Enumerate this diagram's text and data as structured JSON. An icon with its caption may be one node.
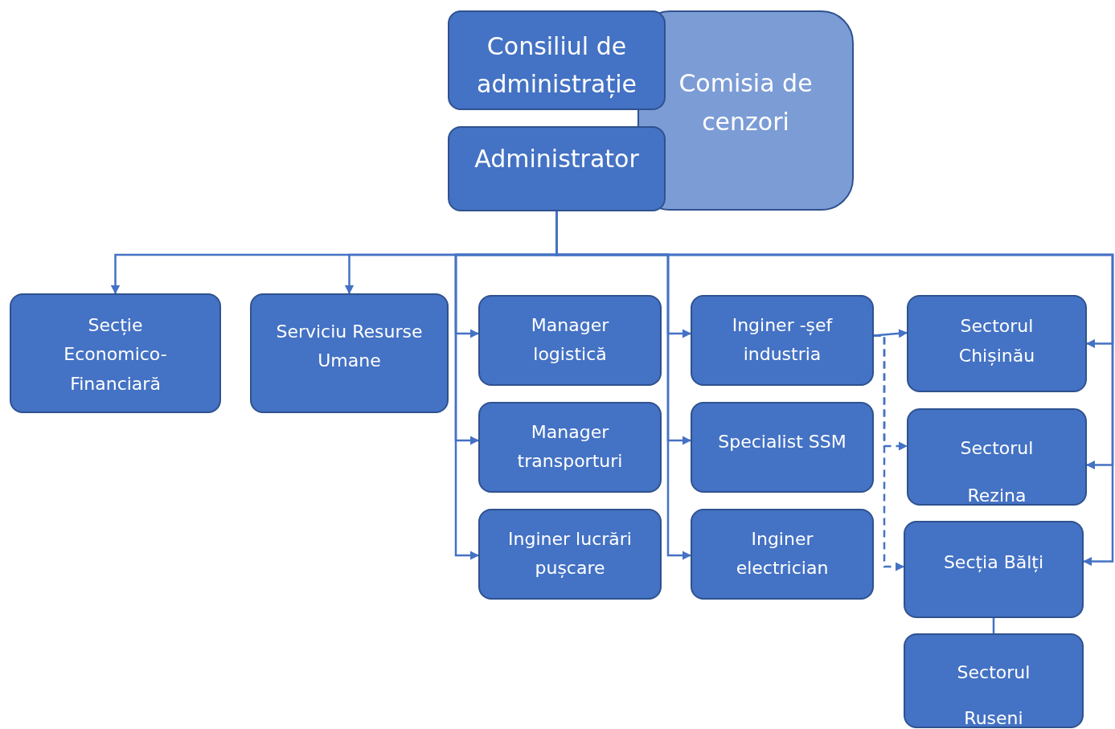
{
  "diagram": {
    "nodes": [
      {
        "text": [
          "Consiliul de administrație"
        ]
      },
      {
        "text": [
          "Comisia de cenzori"
        ]
      },
      {
        "text": [
          "Administrator"
        ]
      },
      {
        "text": [
          "Secție Economico-Financiară"
        ]
      },
      {
        "text": [
          "Serviciu Resurse Umane"
        ]
      },
      {
        "text": [
          "Manager logistică"
        ]
      },
      {
        "text": [
          "Manager transporturi"
        ]
      },
      {
        "text": [
          "Inginer lucrări pușcare"
        ]
      },
      {
        "text": [
          "Inginer -șef industria"
        ]
      },
      {
        "text": [
          "Specialist SSM"
        ]
      },
      {
        "text": [
          "Inginer electrician"
        ]
      },
      {
        "text": [
          "Sectorul Chișinău"
        ]
      },
      {
        "text": [
          "Sectorul Rezina"
        ]
      },
      {
        "text": [
          "Secția Bălți"
        ]
      },
      {
        "text": [
          "Sectorul Ruseni"
        ]
      }
    ],
    "edges": [
      {
        "from": 2,
        "to": 3,
        "arrow": "to"
      },
      {
        "from": 2,
        "to": 4,
        "arrow": "to"
      },
      {
        "from": 2,
        "to": 5,
        "arrow": "to"
      },
      {
        "from": 2,
        "to": 6,
        "arrow": "to"
      },
      {
        "from": 2,
        "to": 7,
        "arrow": "to"
      },
      {
        "from": 2,
        "to": 8,
        "arrow": "to"
      },
      {
        "from": 2,
        "to": 9,
        "arrow": "to"
      },
      {
        "from": 2,
        "to": 10,
        "arrow": "to"
      },
      {
        "from": 2,
        "to": 11,
        "arrow": "to"
      },
      {
        "from": 2,
        "to": 12,
        "arrow": "to"
      },
      {
        "from": 2,
        "to": 13,
        "arrow": "to"
      },
      {
        "from": 8,
        "to": 11,
        "arrow": "to"
      },
      {
        "from": 8,
        "to": 12,
        "arrow": "to",
        "style": "dashed"
      },
      {
        "from": 8,
        "to": 13,
        "arrow": "to",
        "style": "dashed"
      },
      {
        "from": 13,
        "to": 14,
        "arrow": "none"
      }
    ]
  }
}
